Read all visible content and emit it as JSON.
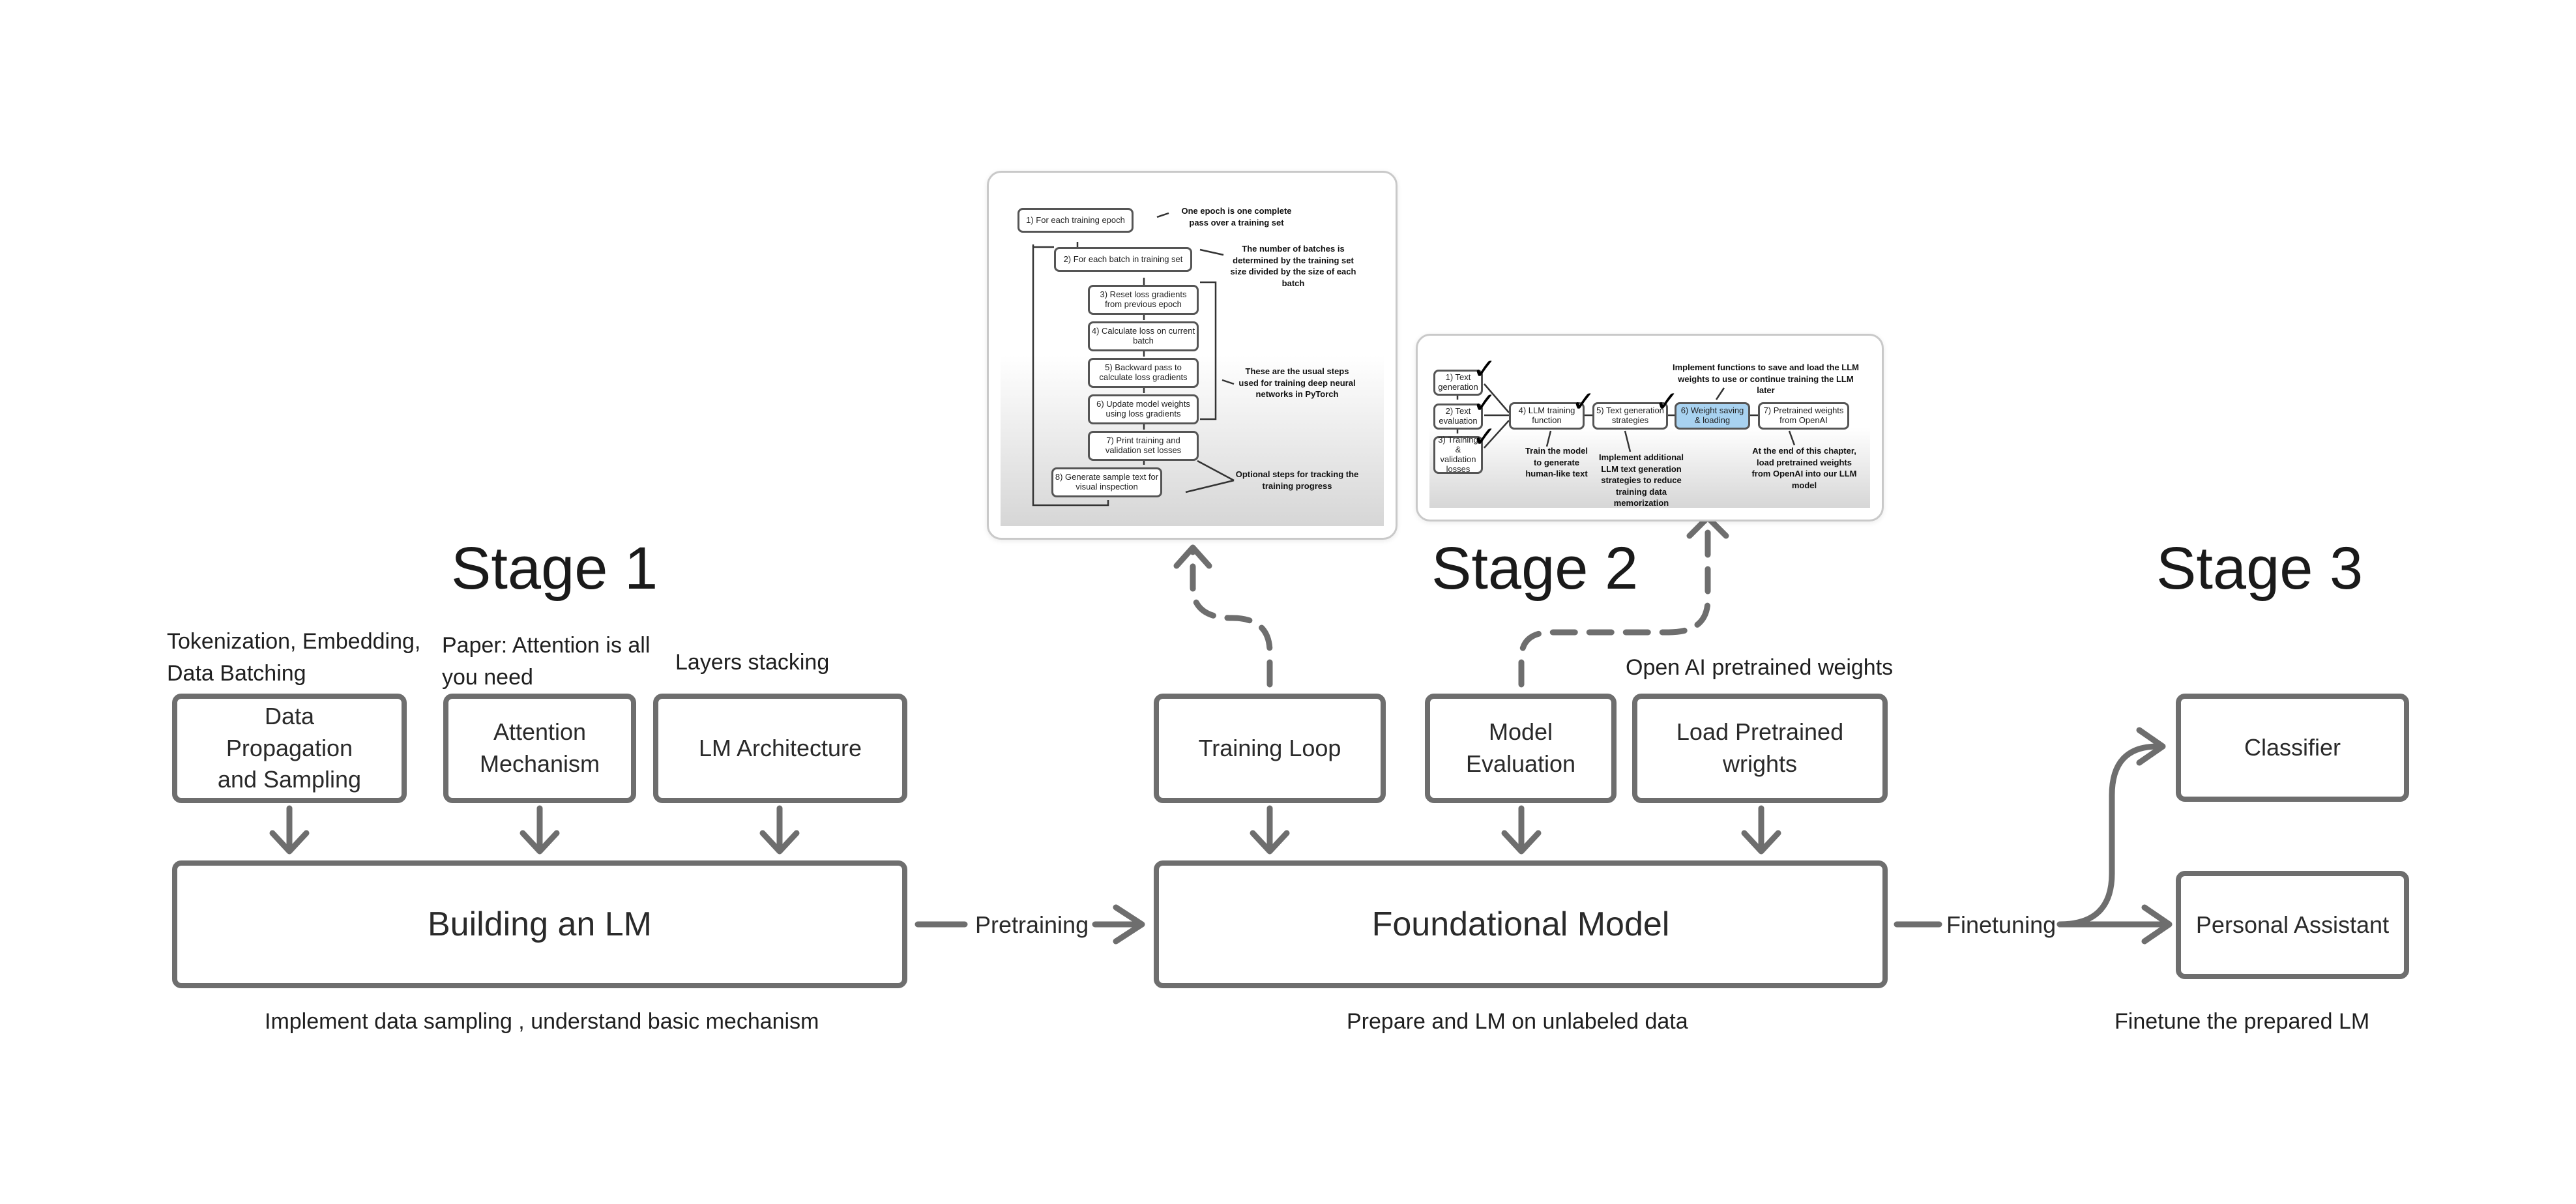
{
  "stages": {
    "stage1": "Stage 1",
    "stage2": "Stage 2",
    "stage3": "Stage 3"
  },
  "stage1": {
    "top_labels": {
      "data": "Tokenization, Embedding, Data Batching",
      "attention": "Paper: Attention is all you need",
      "layers": "Layers stacking"
    },
    "boxes": {
      "data": "Data Propagation and Sampling",
      "attention": "Attention Mechanism",
      "arch": "LM Architecture"
    },
    "main": "Building an LM",
    "caption": "Implement data sampling , understand basic mechanism"
  },
  "flow": {
    "pretraining": "Pretraining",
    "finetuning": "Finetuning"
  },
  "stage2": {
    "top_labels": {
      "weights": "Open AI pretrained weights"
    },
    "boxes": {
      "training": "Training Loop",
      "eval": "Model Evaluation",
      "load": "Load Pretrained wrights"
    },
    "main": "Foundational Model",
    "caption": "Prepare and LM on unlabeled data"
  },
  "stage3": {
    "boxes": {
      "classifier": "Classifier",
      "assistant": "Personal Assistant"
    },
    "caption": "Finetune the prepared LM"
  },
  "thumb_training": {
    "steps": [
      "1) For each training epoch",
      "2) For each batch in training set",
      "3) Reset loss gradients from previous epoch",
      "4) Calculate loss on current batch",
      "5) Backward pass to calculate loss gradients",
      "6) Update model weights using loss gradients",
      "7) Print training and validation set losses",
      "8) Generate sample text for visual inspection"
    ],
    "notes": [
      "One epoch is one complete pass over a training set",
      "The number of batches is determined by the training set size divided by the size of each batch",
      "These are the usual steps used for training deep neural networks in PyTorch",
      "Optional steps for tracking the training progress"
    ]
  },
  "thumb_eval": {
    "steps": [
      "1) Text generation",
      "2) Text evaluation",
      "3) Training & validation losses",
      "4) LLM training function",
      "5) Text generation strategies",
      "6) Weight saving & loading",
      "7) Pretrained weights from OpenAI"
    ],
    "notes": [
      "Implement functions to save and load the LLM weights to use or continue training the LLM later",
      "Train the model to generate human-like text",
      "Implement additional LLM text generation strategies to reduce training data memorization",
      "At the end of this chapter, load pretrained weights from OpenAI into our LLM model"
    ]
  },
  "colors": {
    "stroke": "#6e6e6e",
    "highlight": "#a8d2f0"
  }
}
